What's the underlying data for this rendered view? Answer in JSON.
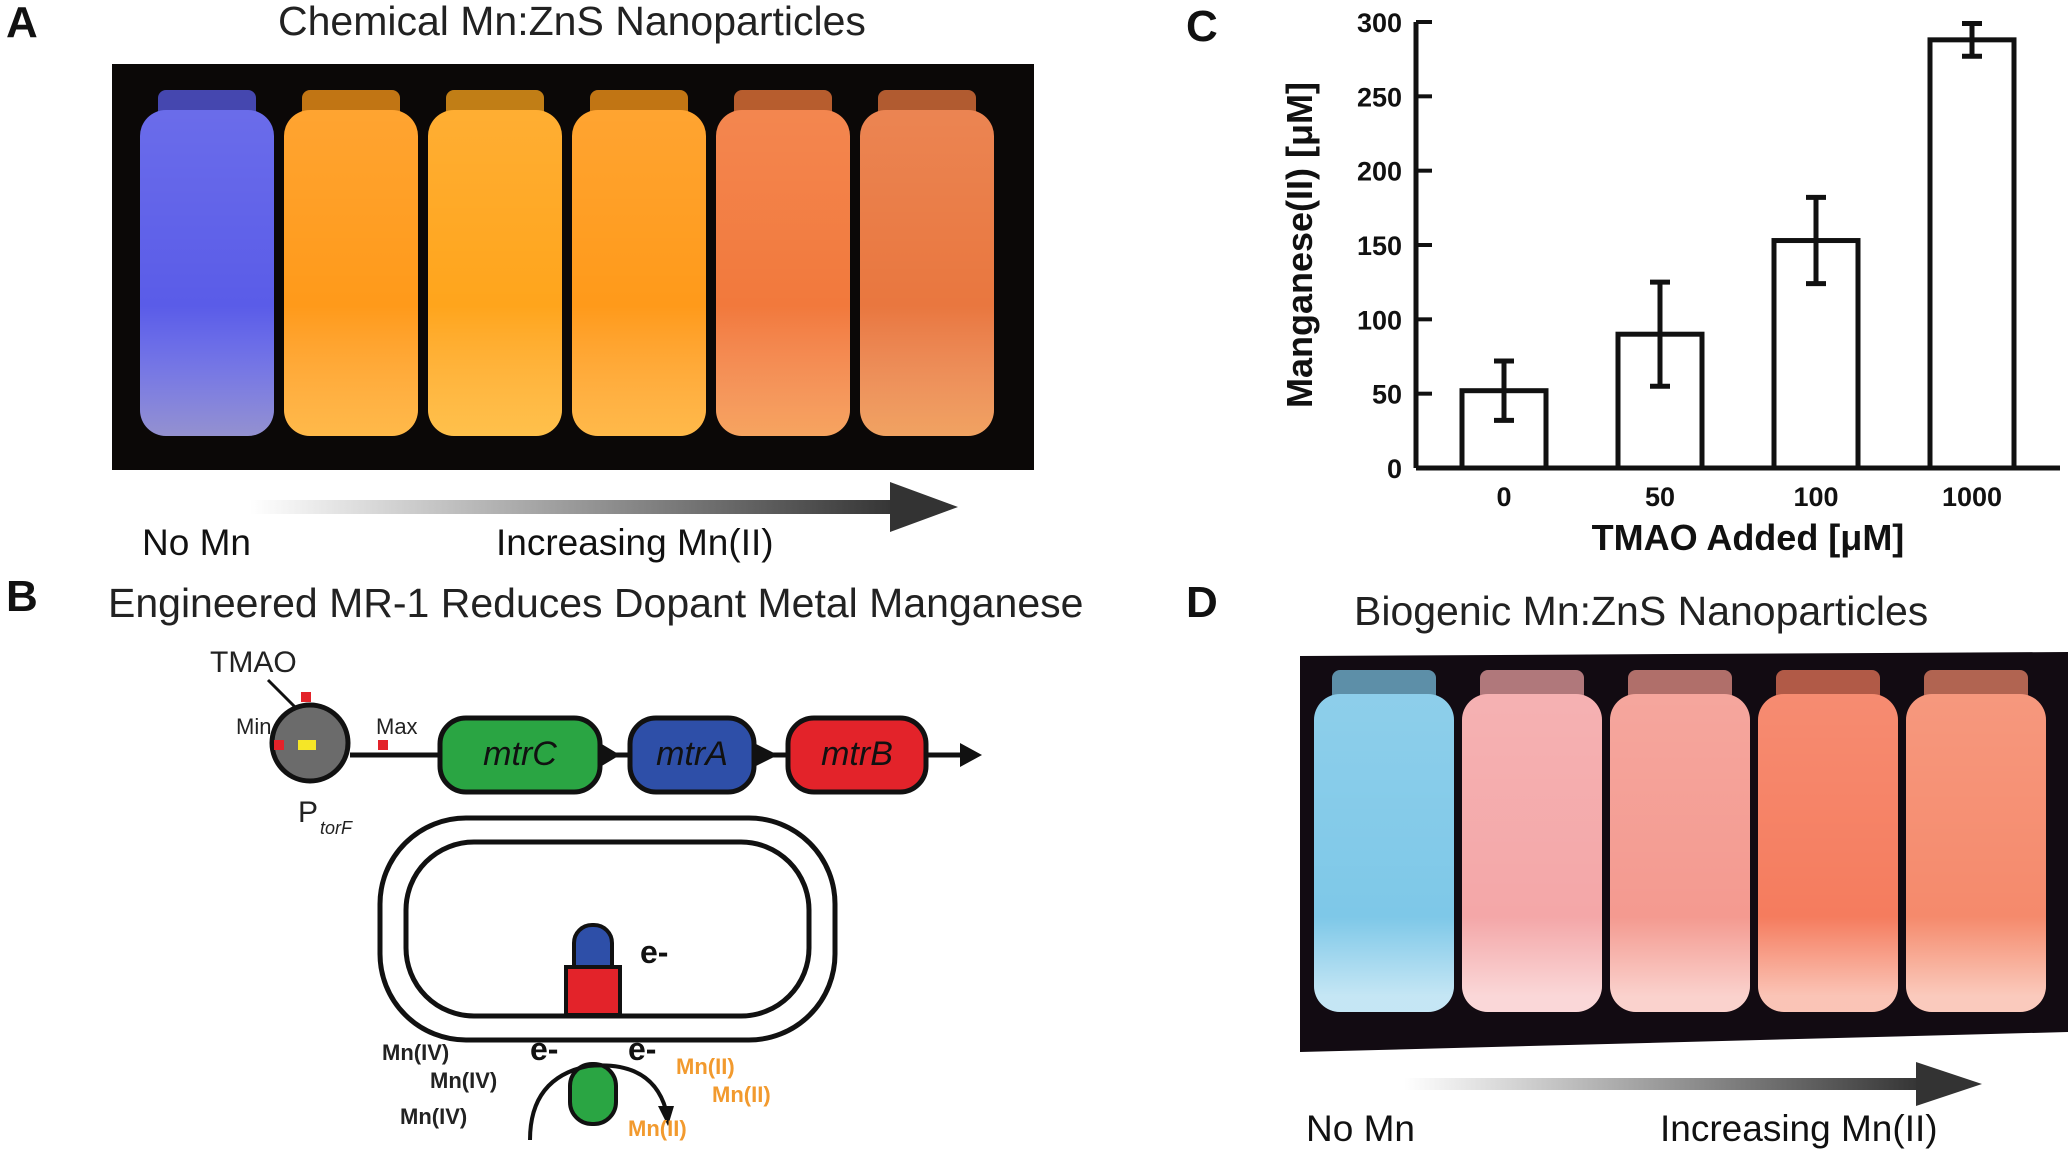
{
  "panels": {
    "a": {
      "letter": "A",
      "title": "Chemical Mn:ZnS Nanoparticles",
      "left_label": "No Mn",
      "right_label": "Increasing Mn(II)",
      "vial_colors": [
        "#5a5ce8",
        "#ff9a1a",
        "#ffa51c",
        "#ff9a1a",
        "#f2793c",
        "#e9773f"
      ]
    },
    "b": {
      "letter": "B",
      "title": "Engineered MR-1 Reduces Dopant Metal Manganese",
      "inducer": "TMAO",
      "dial_min": "Min",
      "dial_max": "Max",
      "promoter": "P",
      "promoter_sub": "torF",
      "genes": [
        {
          "label": "mtrC",
          "color": "#2aa543"
        },
        {
          "label": "mtrA",
          "color": "#2e4fa8"
        },
        {
          "label": "mtrB",
          "color": "#e3232a"
        }
      ],
      "electron": "e-",
      "oxidized": [
        "Mn(IV)",
        "Mn(IV)",
        "Mn(IV)"
      ],
      "reduced": [
        "Mn(II)",
        "Mn(II)",
        "Mn(II)"
      ],
      "reduced_color": "#f29a2e"
    },
    "c": {
      "letter": "C"
    },
    "d": {
      "letter": "D",
      "title": "Biogenic Mn:ZnS Nanoparticles",
      "left_label": "No Mn",
      "right_label": "Increasing Mn(II)",
      "vial_colors": [
        "#7ec8e8",
        "#f4a7a8",
        "#f49a90",
        "#f57c5e",
        "#f58a6c"
      ]
    }
  },
  "chart_data": {
    "type": "bar",
    "categories": [
      "0",
      "50",
      "100",
      "1000"
    ],
    "values": [
      52,
      90,
      153,
      288
    ],
    "errors": [
      20,
      35,
      29,
      11
    ],
    "xlabel": "TMAO Added [μM]",
    "ylabel": "Manganese(II) [μM]",
    "ylim": [
      0,
      300
    ],
    "yticks": [
      0,
      50,
      100,
      150,
      200,
      250,
      300
    ],
    "grid": false,
    "bar_fill": "#ffffff",
    "bar_stroke": "#111111"
  }
}
